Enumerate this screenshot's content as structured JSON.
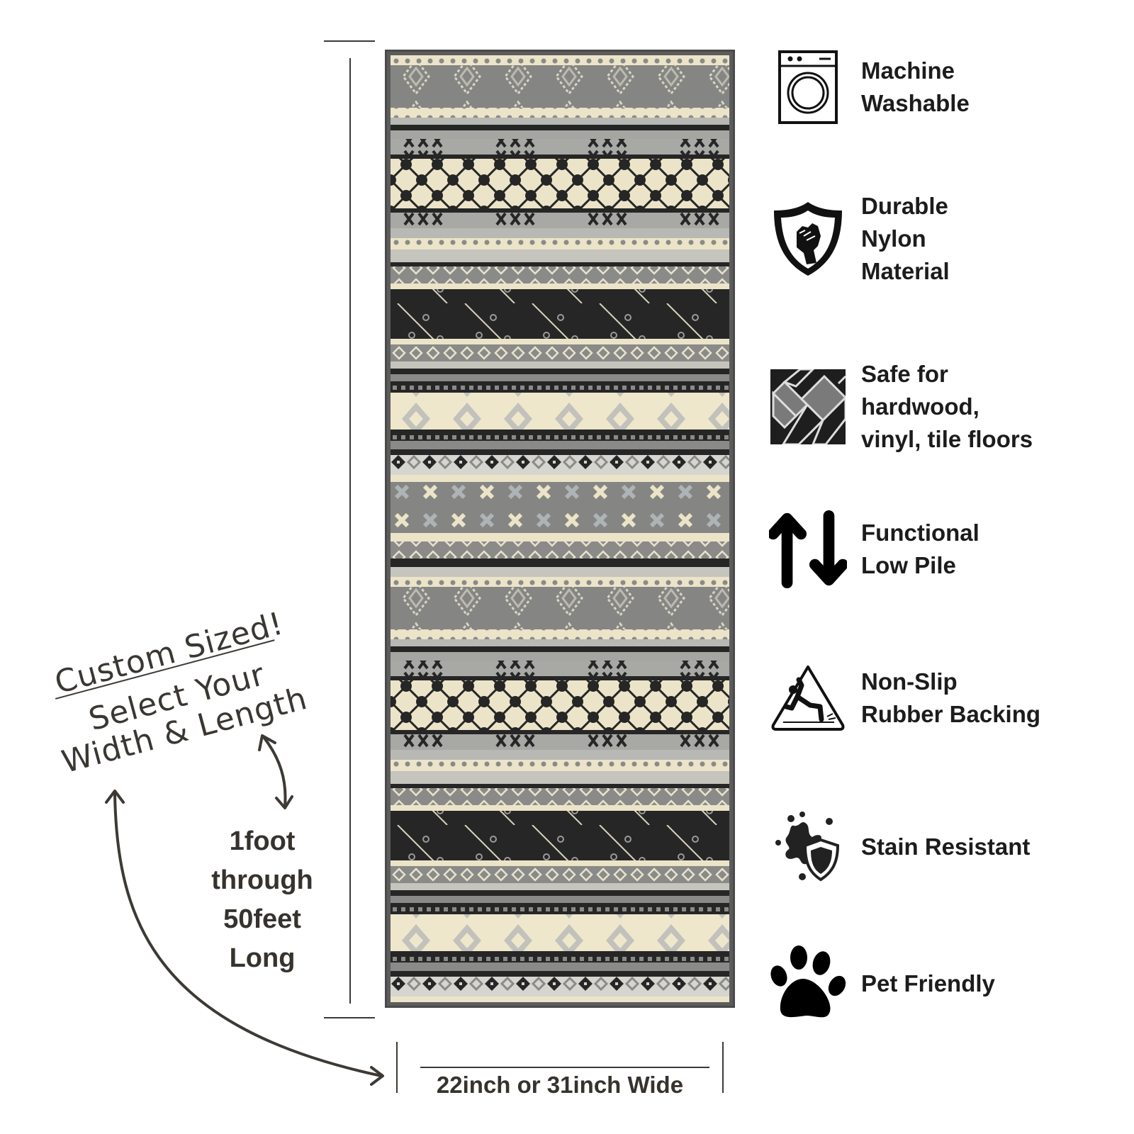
{
  "headline": {
    "line1": "Custom Sized!",
    "line2": "Select Your",
    "line3": "Width & Length"
  },
  "dimensions": {
    "length_line1": "1foot",
    "length_line2": "through",
    "length_line3": "50feet",
    "length_line4": "Long",
    "width_label": "22inch or 31inch Wide"
  },
  "features": [
    {
      "icon": "washing-machine-icon",
      "label": "Machine\nWashable"
    },
    {
      "icon": "shield-fist-icon",
      "label": "Durable\nNylon\nMaterial"
    },
    {
      "icon": "floor-tiles-icon",
      "label": "Safe for\nhardwood,\nvinyl, tile floors"
    },
    {
      "icon": "up-down-arrows-icon",
      "label": "Functional\nLow Pile"
    },
    {
      "icon": "slip-warning-icon",
      "label": "Non-Slip\nRubber Backing"
    },
    {
      "icon": "stain-shield-icon",
      "label": "Stain Resistant"
    },
    {
      "icon": "paw-print-icon",
      "label": "Pet Friendly"
    }
  ],
  "colors": {
    "ink": "#36332e",
    "rug_black": "#262626",
    "rug_gray": "#7e7e7c",
    "rug_light_gray": "#b4b4b0",
    "rug_cream": "#ece4c8"
  }
}
